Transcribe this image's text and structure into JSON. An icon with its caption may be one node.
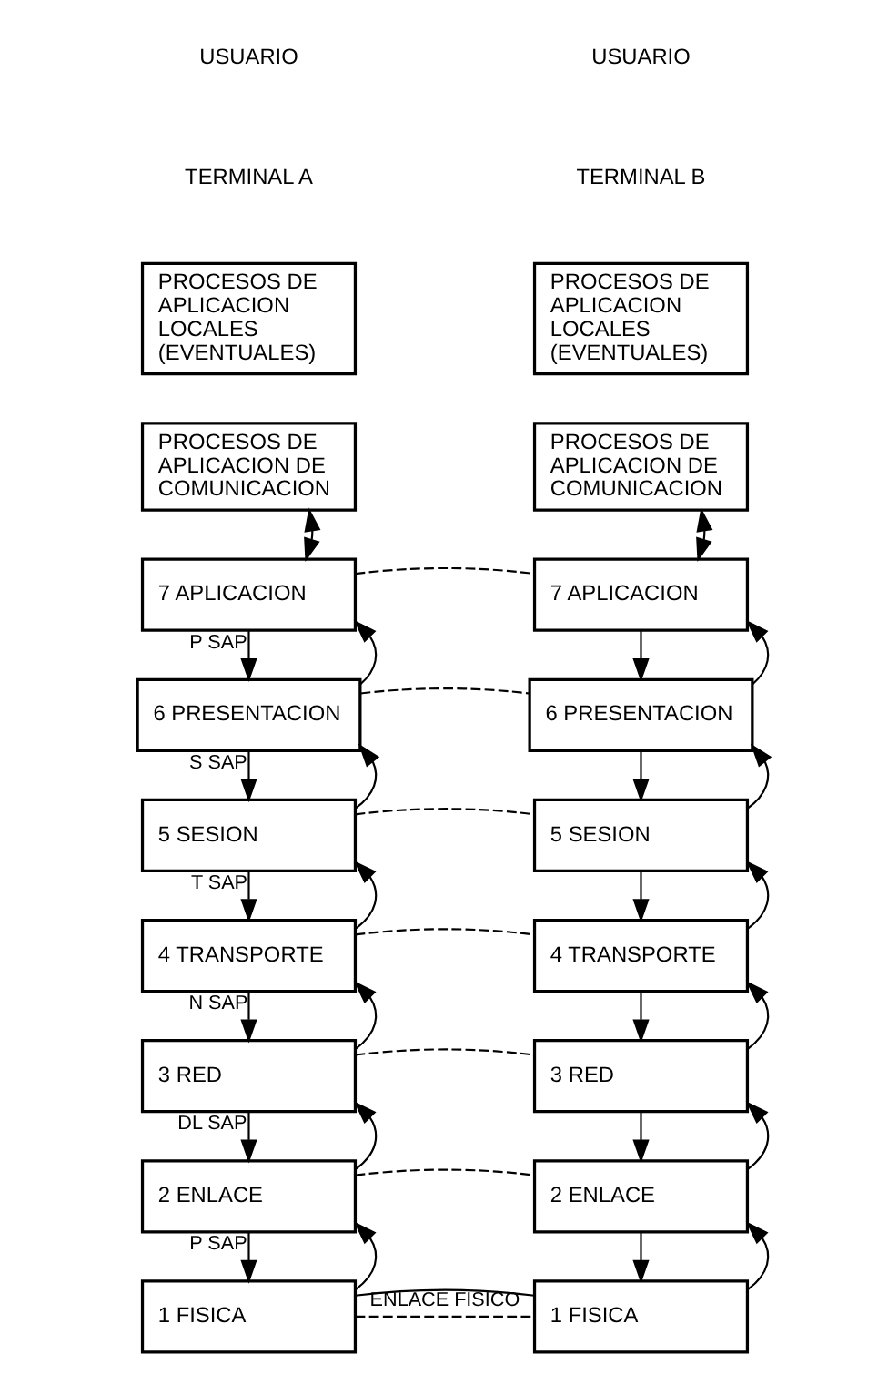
{
  "diagram": {
    "nodes": [
      {
        "text": [
          "PROCESOS DE APLICACION LOCALES (EVENTUALES)"
        ]
      },
      {
        "text": [
          "PROCESOS DE APLICACION DE COMUNICACION"
        ]
      },
      {
        "text": [
          "7 APLICACION"
        ]
      },
      {
        "text": [
          "6 PRESENTACION"
        ]
      },
      {
        "text": [
          "5 SESION"
        ]
      },
      {
        "text": [
          "4 TRANSPORTE"
        ]
      },
      {
        "text": [
          "3 RED"
        ]
      },
      {
        "text": [
          "2 ENLACE"
        ]
      },
      {
        "text": [
          "1 FISICA"
        ]
      },
      {
        "text": [
          "PROCESOS DE APLICACION LOCALES (EVENTUALES)"
        ]
      },
      {
        "text": [
          "PROCESOS DE APLICACION DE COMUNICACION"
        ]
      },
      {
        "text": [
          "7 APLICACION"
        ]
      },
      {
        "text": [
          "6 PRESENTACION"
        ]
      },
      {
        "text": [
          "5 SESION"
        ]
      },
      {
        "text": [
          "4 TRANSPORTE"
        ]
      },
      {
        "text": [
          "3 RED"
        ]
      },
      {
        "text": [
          "2 ENLACE"
        ]
      },
      {
        "text": [
          "1 FISICA"
        ]
      }
    ],
    "edges": [
      {
        "from": 1,
        "to": 2,
        "arrow": "both"
      },
      {
        "from": 2,
        "to": 3,
        "arrow": "to",
        "label": "P SAP"
      },
      {
        "from": 3,
        "to": 2,
        "arrow": "to"
      },
      {
        "from": 3,
        "to": 4,
        "arrow": "to",
        "label": "S SAP"
      },
      {
        "from": 4,
        "to": 3,
        "arrow": "to"
      },
      {
        "from": 4,
        "to": 5,
        "arrow": "to",
        "label": "T SAP"
      },
      {
        "from": 5,
        "to": 4,
        "arrow": "to"
      },
      {
        "from": 5,
        "to": 6,
        "arrow": "to",
        "label": "N SAP"
      },
      {
        "from": 6,
        "to": 5,
        "arrow": "to"
      },
      {
        "from": 6,
        "to": 7,
        "arrow": "to",
        "label": "DL SAP"
      },
      {
        "from": 7,
        "to": 6,
        "arrow": "to"
      },
      {
        "from": 7,
        "to": 8,
        "arrow": "to",
        "label": "P SAP"
      },
      {
        "from": 8,
        "to": 7,
        "arrow": "to"
      },
      {
        "from": 10,
        "to": 11,
        "arrow": "both"
      },
      {
        "from": 11,
        "to": 12,
        "arrow": "to"
      },
      {
        "from": 12,
        "to": 11,
        "arrow": "to"
      },
      {
        "from": 12,
        "to": 13,
        "arrow": "to"
      },
      {
        "from": 13,
        "to": 12,
        "arrow": "to"
      },
      {
        "from": 13,
        "to": 14,
        "arrow": "to"
      },
      {
        "from": 14,
        "to": 13,
        "arrow": "to"
      },
      {
        "from": 14,
        "to": 15,
        "arrow": "to"
      },
      {
        "from": 15,
        "to": 14,
        "arrow": "to"
      },
      {
        "from": 15,
        "to": 16,
        "arrow": "to"
      },
      {
        "from": 16,
        "to": 15,
        "arrow": "to"
      },
      {
        "from": 16,
        "to": 17,
        "arrow": "to"
      },
      {
        "from": 17,
        "to": 16,
        "arrow": "to"
      },
      {
        "from": 2,
        "to": 11,
        "arrow": "none",
        "style": "dashed"
      },
      {
        "from": 3,
        "to": 12,
        "arrow": "none",
        "style": "dashed"
      },
      {
        "from": 4,
        "to": 13,
        "arrow": "none",
        "style": "dashed"
      },
      {
        "from": 5,
        "to": 14,
        "arrow": "none",
        "style": "dashed"
      },
      {
        "from": 6,
        "to": 15,
        "arrow": "none",
        "style": "dashed"
      },
      {
        "from": 7,
        "to": 16,
        "arrow": "none",
        "style": "dashed"
      },
      {
        "from": 8,
        "to": 17,
        "arrow": "none",
        "style": "dashed"
      },
      {
        "from": 8,
        "to": 17,
        "arrow": "none",
        "label": "ENLACE FISICO"
      }
    ],
    "labels": [
      "USUARIO",
      "USUARIO",
      "TERMINAL A",
      "TERMINAL B"
    ]
  }
}
